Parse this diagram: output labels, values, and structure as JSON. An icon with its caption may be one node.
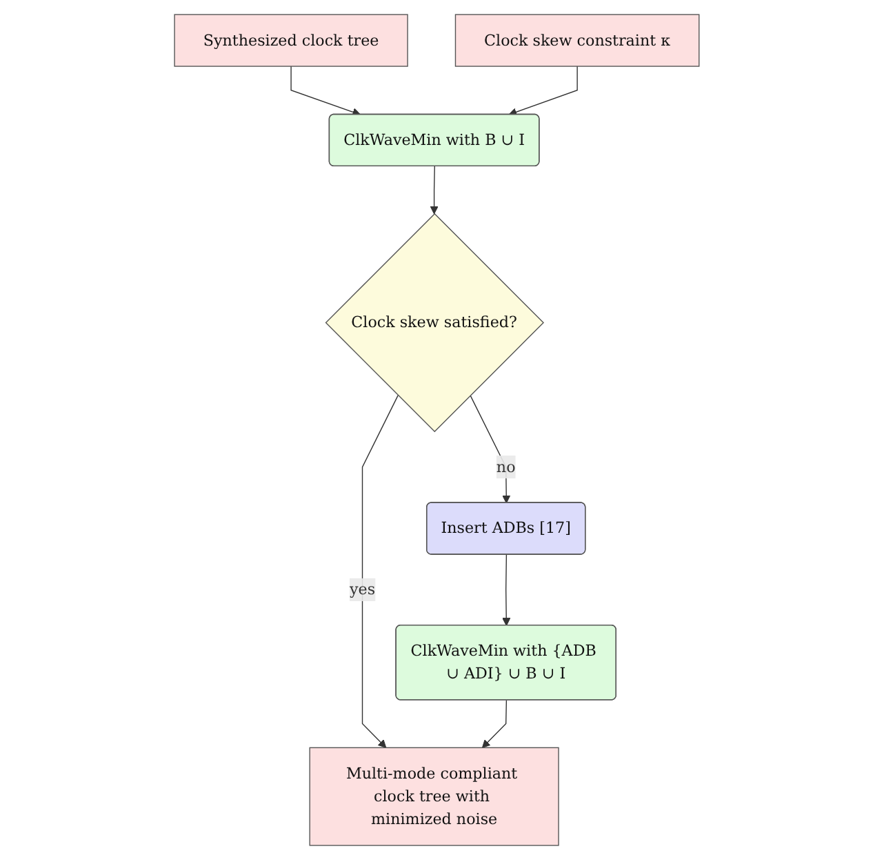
{
  "diagram": {
    "nodes": [
      {
        "text": [
          "Synthesized clock tree"
        ]
      },
      {
        "text": [
          "ClkWaveMin with B ∪ I"
        ]
      },
      {
        "text": [
          "Clock skew constraint κ"
        ]
      },
      {
        "text": [
          "Clock skew satisfied?"
        ]
      },
      {
        "text": [
          "Insert ADBs [17]"
        ]
      },
      {
        "text": [
          "ClkWaveMin with {ADB ∪ ADI} ∪ B ∪ I"
        ]
      },
      {
        "text": [
          "Multi-mode compliant clock tree with minimized noise"
        ]
      }
    ],
    "edges": [
      {
        "from": 0,
        "to": 1,
        "arrow": "to"
      },
      {
        "from": 2,
        "to": 1,
        "arrow": "to"
      },
      {
        "from": 1,
        "to": 3,
        "arrow": "to"
      },
      {
        "from": 3,
        "to": 4,
        "label": "no",
        "arrow": "to"
      },
      {
        "from": 3,
        "to": 6,
        "label": "yes",
        "arrow": "to"
      },
      {
        "from": 4,
        "to": 5,
        "arrow": "to"
      },
      {
        "from": 5,
        "to": 6,
        "arrow": "to"
      }
    ]
  }
}
